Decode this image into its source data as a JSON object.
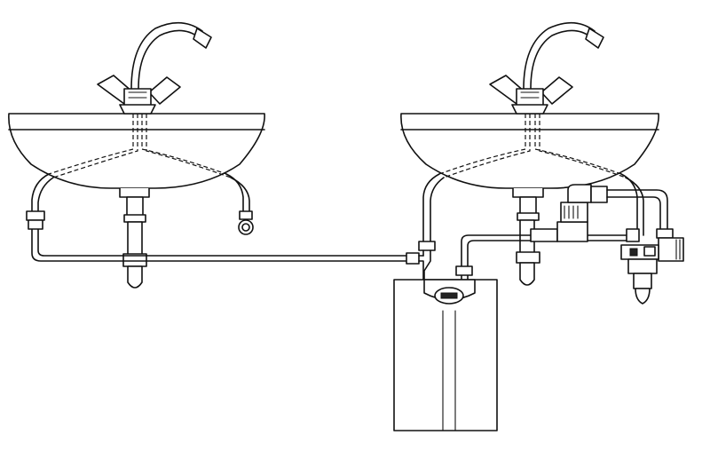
{
  "diagram": {
    "components": [
      {
        "id": "sink-left",
        "icon": "sink-icon"
      },
      {
        "id": "faucet-left",
        "icon": "mixer-faucet-icon"
      },
      {
        "id": "sink-right",
        "icon": "sink-icon"
      },
      {
        "id": "faucet-right",
        "icon": "mixer-faucet-icon"
      },
      {
        "id": "water-heater",
        "icon": "water-heater-icon"
      },
      {
        "id": "safety-valve-group",
        "icon": "valve-icon"
      }
    ],
    "colors": {
      "line": "#111111",
      "background": "#ffffff"
    }
  }
}
